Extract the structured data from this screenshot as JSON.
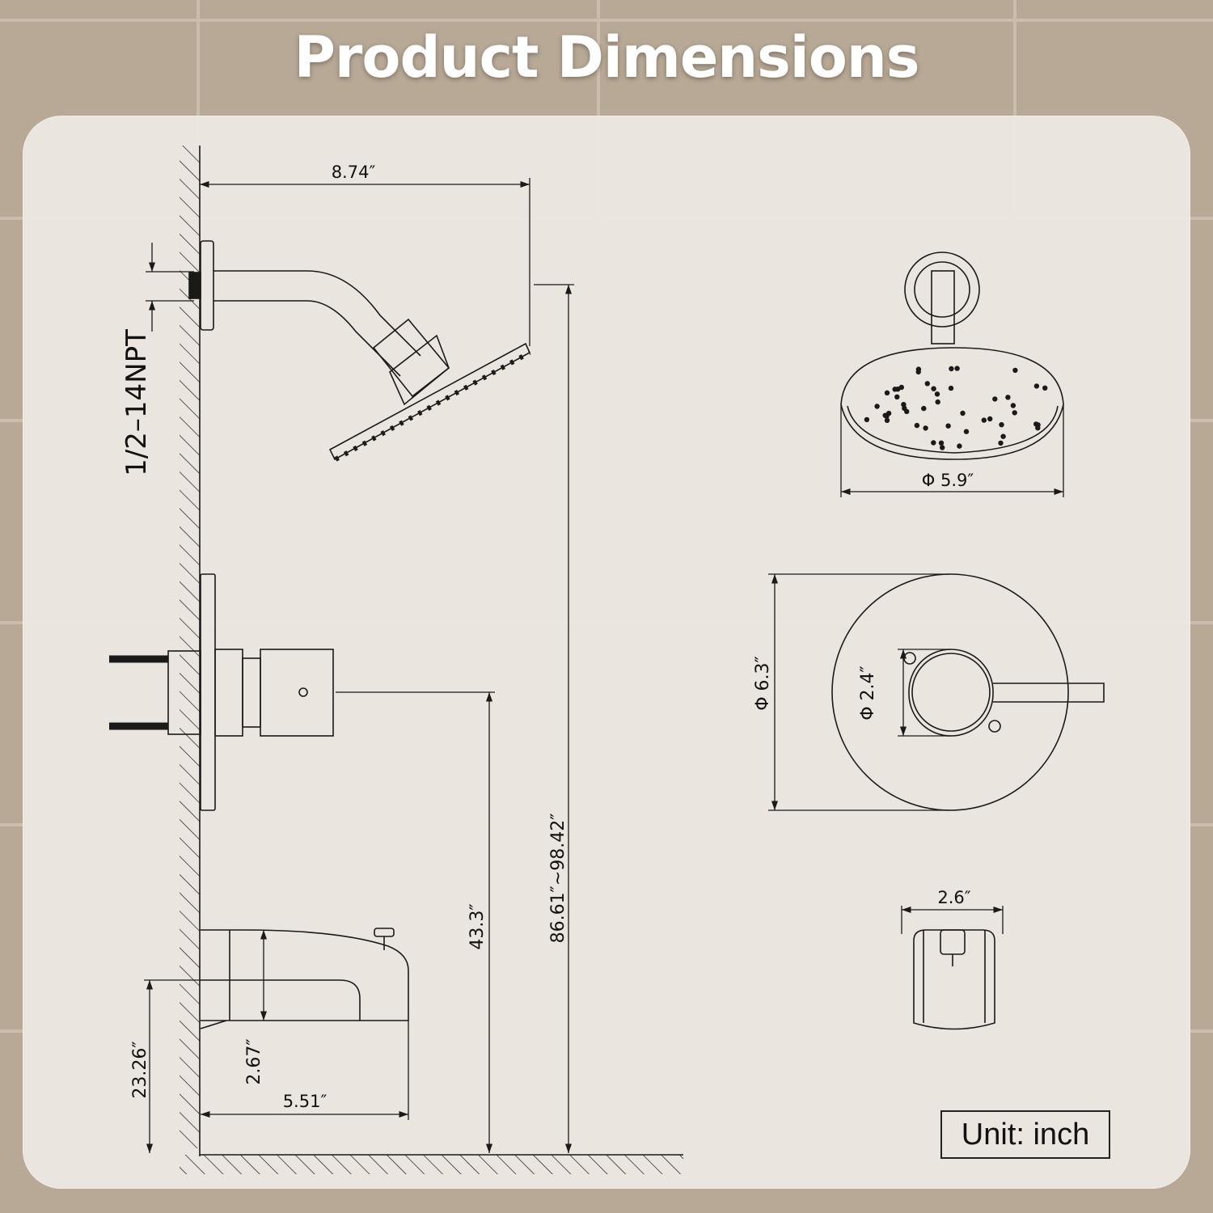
{
  "title": "Product Dimensions",
  "unit_label": "Unit: inch",
  "dimensions": {
    "arm_reach": "8.74″",
    "thread": "1/2–14NPT",
    "head_height": "86.61″~98.42″",
    "valve_height": "43.3″",
    "spout_height": "23.26″",
    "spout_drop": "2.67″",
    "spout_reach": "5.51″",
    "head_diameter": "Φ 5.9″",
    "trim_diameter": "Φ 6.3″",
    "handle_diameter": "Φ 2.4″",
    "spout_width": "2.6″"
  },
  "colors": {
    "line": "#1a1a1a",
    "panel": "#eee9e3",
    "tile": "#b9ab99"
  }
}
